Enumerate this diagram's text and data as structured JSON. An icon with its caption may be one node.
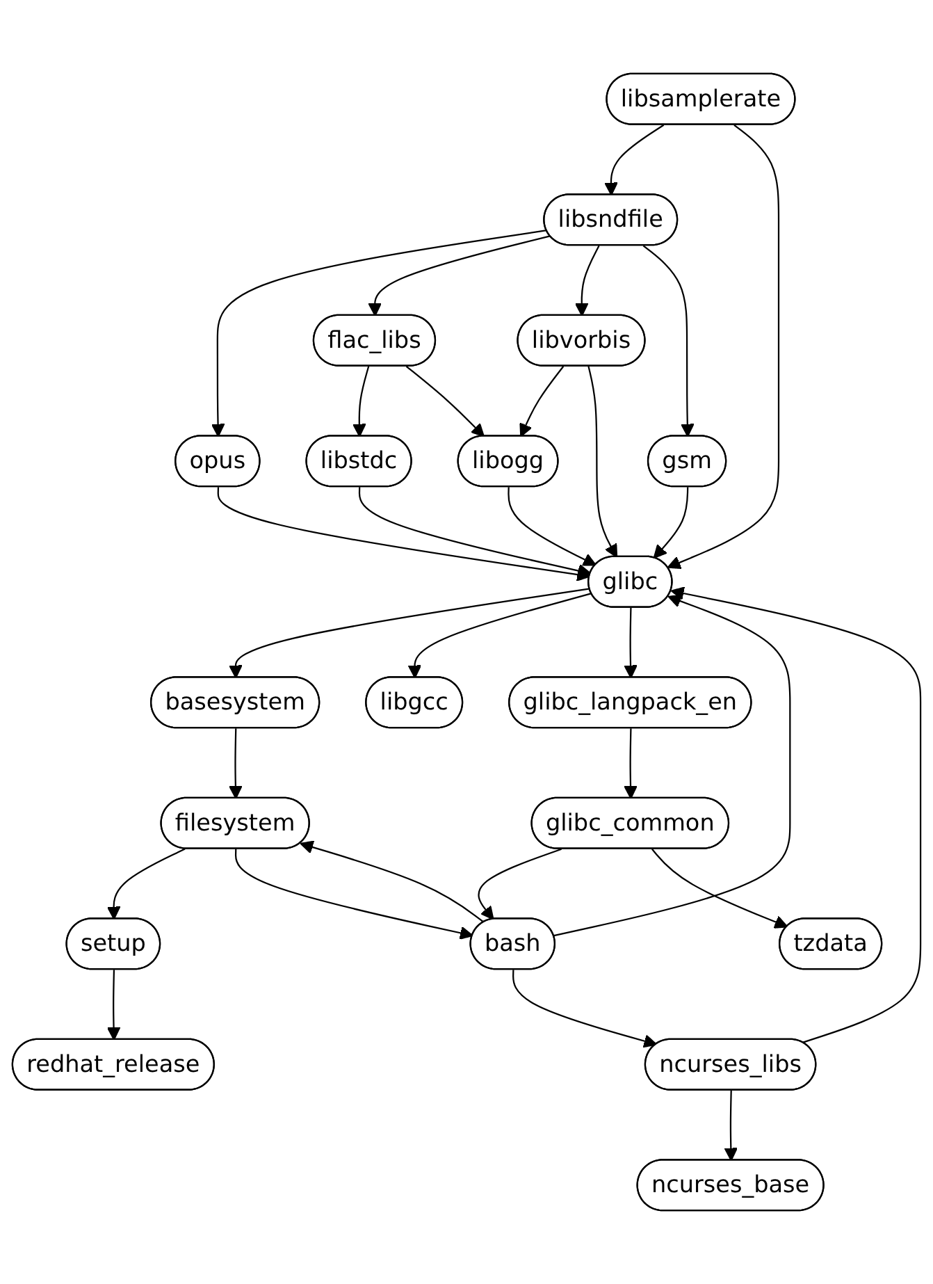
{
  "diagram": {
    "nodes": [
      {
        "text": [
          "libsamplerate"
        ]
      },
      {
        "text": [
          "libsndfile"
        ]
      },
      {
        "text": [
          "flac_libs"
        ]
      },
      {
        "text": [
          "libvorbis"
        ]
      },
      {
        "text": [
          "gsm"
        ]
      },
      {
        "text": [
          "opus"
        ]
      },
      {
        "text": [
          "libstdc"
        ]
      },
      {
        "text": [
          "libogg"
        ]
      },
      {
        "text": [
          "glibc"
        ]
      },
      {
        "text": [
          "basesystem"
        ]
      },
      {
        "text": [
          "libgcc"
        ]
      },
      {
        "text": [
          "glibc_langpack_en"
        ]
      },
      {
        "text": [
          "filesystem"
        ]
      },
      {
        "text": [
          "glibc_common"
        ]
      },
      {
        "text": [
          "setup"
        ]
      },
      {
        "text": [
          "bash"
        ]
      },
      {
        "text": [
          "tzdata"
        ]
      },
      {
        "text": [
          "redhat_release"
        ]
      },
      {
        "text": [
          "ncurses_libs"
        ]
      },
      {
        "text": [
          "ncurses_base"
        ]
      }
    ],
    "edges": [
      {
        "from": 0,
        "to": 1,
        "arrow": "to"
      },
      {
        "from": 0,
        "to": 8,
        "arrow": "to"
      },
      {
        "from": 1,
        "to": 5,
        "arrow": "to"
      },
      {
        "from": 1,
        "to": 2,
        "arrow": "to"
      },
      {
        "from": 1,
        "to": 3,
        "arrow": "to"
      },
      {
        "from": 1,
        "to": 4,
        "arrow": "to"
      },
      {
        "from": 2,
        "to": 6,
        "arrow": "to"
      },
      {
        "from": 2,
        "to": 7,
        "arrow": "to"
      },
      {
        "from": 3,
        "to": 7,
        "arrow": "to"
      },
      {
        "from": 3,
        "to": 8,
        "arrow": "to"
      },
      {
        "from": 4,
        "to": 8,
        "arrow": "to"
      },
      {
        "from": 5,
        "to": 8,
        "arrow": "to"
      },
      {
        "from": 6,
        "to": 8,
        "arrow": "to"
      },
      {
        "from": 7,
        "to": 8,
        "arrow": "to"
      },
      {
        "from": 8,
        "to": 9,
        "arrow": "to"
      },
      {
        "from": 8,
        "to": 10,
        "arrow": "to"
      },
      {
        "from": 8,
        "to": 11,
        "arrow": "to"
      },
      {
        "from": 9,
        "to": 12,
        "arrow": "to"
      },
      {
        "from": 11,
        "to": 13,
        "arrow": "to"
      },
      {
        "from": 12,
        "to": 14,
        "arrow": "to"
      },
      {
        "from": 12,
        "to": 15,
        "arrow": "to"
      },
      {
        "from": 15,
        "to": 12,
        "arrow": "to"
      },
      {
        "from": 15,
        "to": 8,
        "arrow": "to"
      },
      {
        "from": 13,
        "to": 15,
        "arrow": "to"
      },
      {
        "from": 13,
        "to": 16,
        "arrow": "to"
      },
      {
        "from": 14,
        "to": 17,
        "arrow": "to"
      },
      {
        "from": 15,
        "to": 18,
        "arrow": "to"
      },
      {
        "from": 18,
        "to": 8,
        "arrow": "to"
      },
      {
        "from": 18,
        "to": 19,
        "arrow": "to"
      }
    ]
  }
}
